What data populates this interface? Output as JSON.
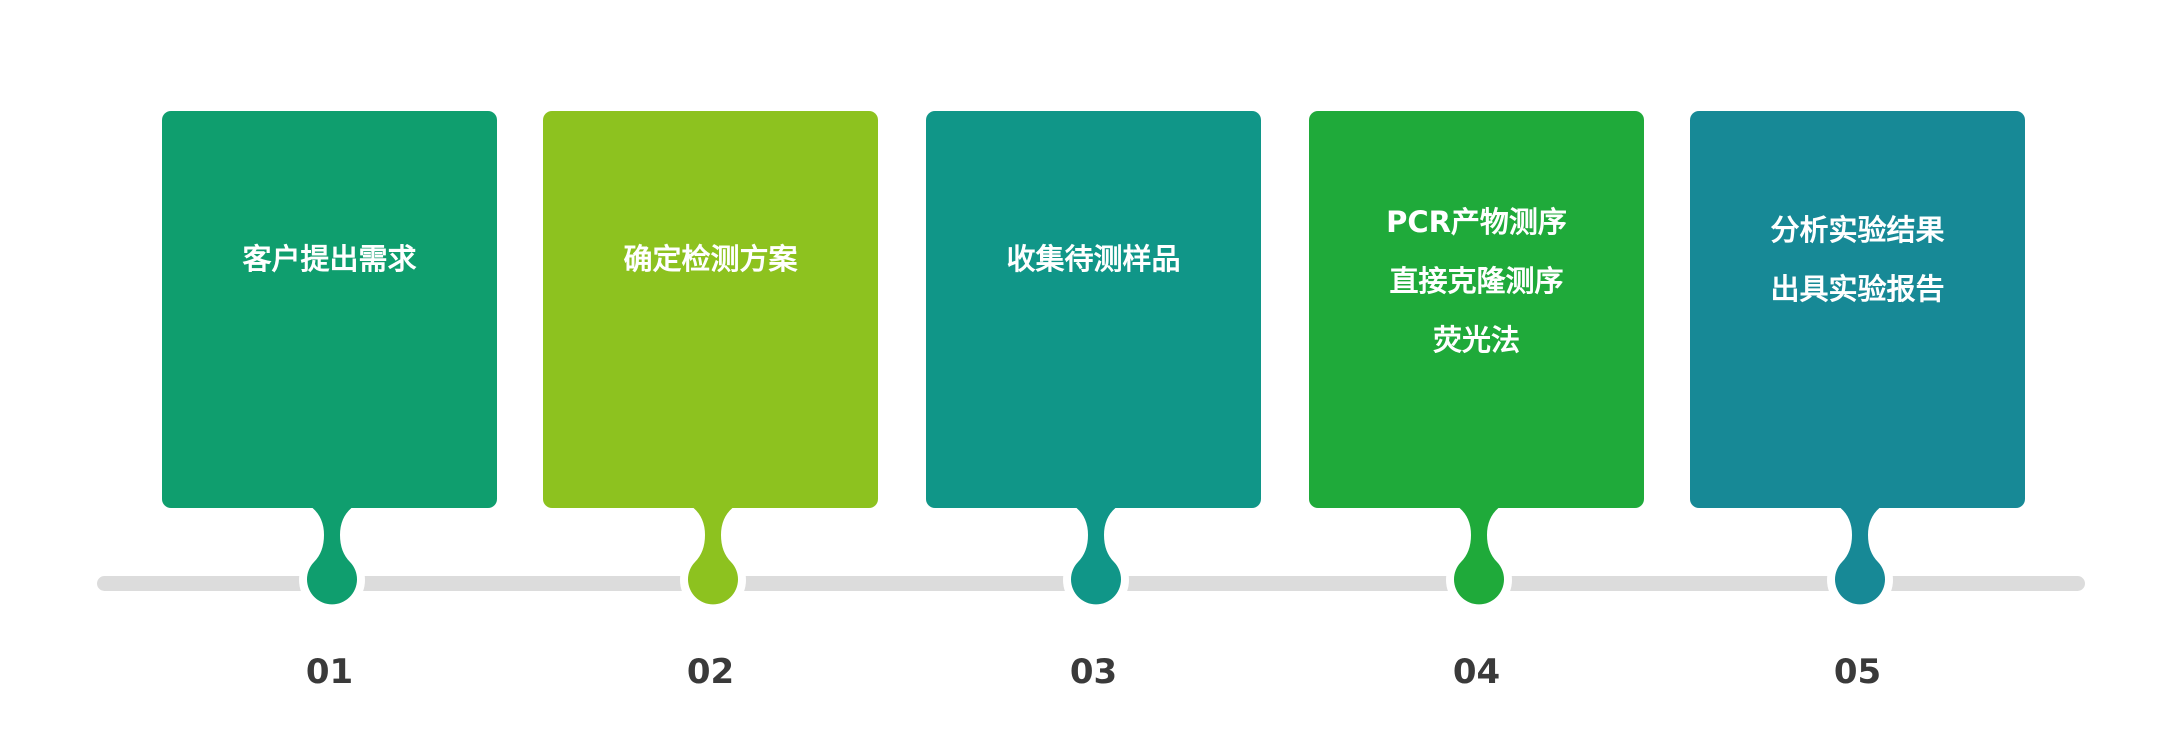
{
  "steps": [
    {
      "number": "01",
      "lines": [
        "客户提出需求"
      ],
      "color": "#0f9e6e"
    },
    {
      "number": "02",
      "lines": [
        "确定检测方案"
      ],
      "color": "#8dc21f"
    },
    {
      "number": "03",
      "lines": [
        "收集待测样品"
      ],
      "color": "#109688"
    },
    {
      "number": "04",
      "lines": [
        "PCR产物测序",
        "直接克隆测序",
        "荧光法"
      ],
      "color": "#1faa3a"
    },
    {
      "number": "05",
      "lines": [
        "分析实验结果",
        "出具实验报告"
      ],
      "color": "#178996"
    }
  ]
}
